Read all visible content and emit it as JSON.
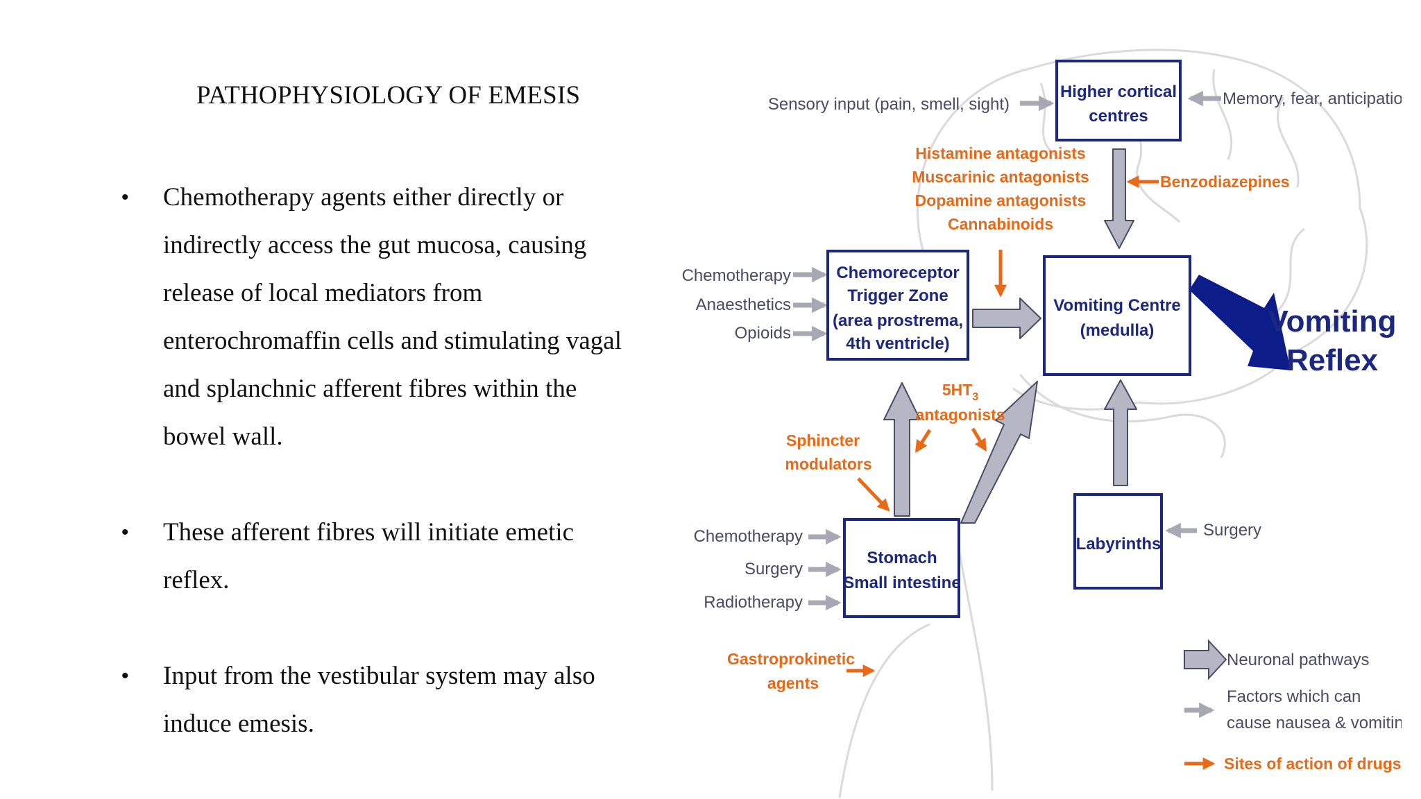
{
  "slide": {
    "title": "PATHOPHYSIOLOGY OF EMESIS",
    "bullets": [
      {
        "marker": "•",
        "lines": [
          "Chemotherapy agents either directly or",
          "indirectly access the gut mucosa, causing",
          "release of local mediators from",
          "enterochromaffin cells and stimulating vagal",
          "and splanchnic afferent fibres within the",
          "bowel wall."
        ]
      },
      {
        "marker": "•",
        "lines": [
          "These afferent fibres will initiate emetic",
          "reflex."
        ]
      },
      {
        "marker": "•",
        "lines": [
          "Input from the vestibular system may also",
          "induce emesis."
        ]
      }
    ]
  },
  "diagram": {
    "nodes": {
      "higher_cortical": [
        "Higher cortical",
        "centres"
      ],
      "ctz": [
        "Chemoreceptor",
        "Trigger Zone",
        "(area prostrema,",
        "4th ventricle)"
      ],
      "vomiting_centre": [
        "Vomiting Centre",
        "(medulla)"
      ],
      "stomach": [
        "Stomach",
        "Small intestine"
      ],
      "labyrinths": [
        "Labyrinths"
      ]
    },
    "outcome": [
      "Vomiting",
      "Reflex"
    ],
    "inputs": {
      "sensory": "Sensory input (pain, smell, sight)",
      "memory": "Memory, fear, anticipation",
      "ctz": [
        "Chemotherapy",
        "Anaesthetics",
        "Opioids"
      ],
      "stomach": [
        "Chemotherapy",
        "Surgery",
        "Radiotherapy"
      ],
      "labyrinths": "Surgery"
    },
    "drugs": {
      "cortical_antagonists": [
        "Histamine antagonists",
        "Muscarinic antagonists",
        "Dopamine antagonists",
        "Cannabinoids"
      ],
      "benzodiazepines": "Benzodiazepines",
      "ht3_line1": "5HT",
      "ht3_sub": "3",
      "ht3_line2": "antagonists",
      "sphincter": [
        "Sphincter",
        "modulators"
      ],
      "gastroprokinetic": [
        "Gastroprokinetic",
        "agents"
      ]
    },
    "legend": {
      "neuronal": "Neuronal pathways",
      "factors": [
        "Factors which can",
        "cause nausea & vomiting"
      ],
      "sites": "Sites of action of drugs"
    },
    "colors": {
      "box_border": "#1c2780",
      "box_text": "#1c2780",
      "drug_orange": "#e86a18",
      "pathway_fill": "#b5b7c5",
      "pathway_stroke": "#4a4c66",
      "factor_arrow": "#a8a8b4",
      "big_arrow": "#0c1d8a",
      "brain_outline": "#dadada"
    }
  }
}
